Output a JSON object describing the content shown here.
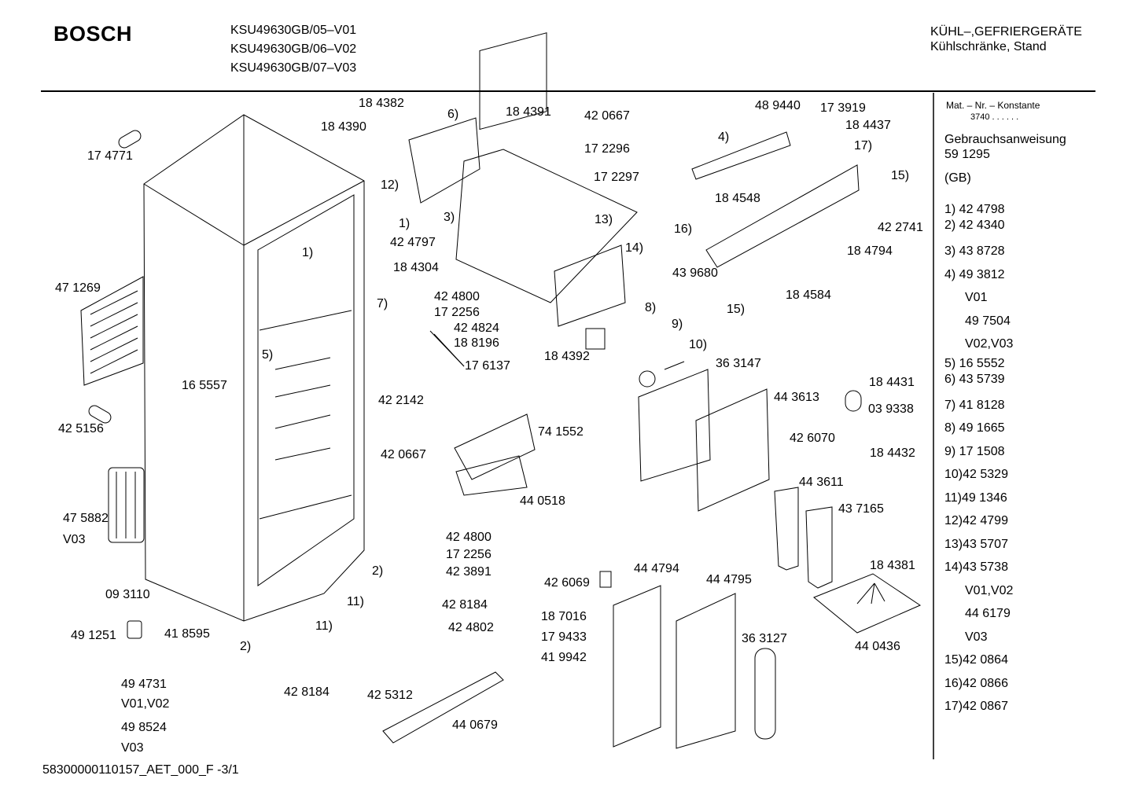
{
  "header": {
    "brand": "BOSCH",
    "models": [
      "KSU49630GB/05–V01",
      "KSU49630GB/06–V02",
      "KSU49630GB/07–V03"
    ],
    "category": "KÜHL–,GEFRIERGERÄTE",
    "subcategory": "Kühlschränke, Stand"
  },
  "sidebar": {
    "mat_label": "Mat. – Nr. – Konstante",
    "mat_value": "3740 . .   . . . .",
    "manual_label": "Gebrauchsanweisung",
    "manual_value": "59 1295",
    "lang": "(GB)",
    "items": [
      "1)  42 4798",
      "2)  42 4340",
      "3)  43 8728",
      "4)  49 3812",
      "V01",
      "49 7504",
      "V02,V03",
      "5)  16 5552",
      "6)  43 5739",
      "7)  41 8128",
      "8)  49 1665",
      "9)  17 1508",
      "10)42 5329",
      "11)49 1346",
      "12)42 4799",
      "13)43 5707",
      "14)43 5738",
      "V01,V02",
      "44 6179",
      "V03",
      "15)42 0864",
      "16)42 0866",
      "17)42 0867"
    ]
  },
  "footer": {
    "code": "58300000110157_AET_000_F  -3/1"
  },
  "labels": [
    "18 4382",
    "6)",
    "18 4391",
    "42 0667",
    "18 4390",
    "17 2296",
    "17 2297",
    "17 4771",
    "12)",
    "1)",
    "3)",
    "13)",
    "42 4797",
    "18 4304",
    "14)",
    "1)",
    "47 1269",
    "7)",
    "42 4800",
    "17 2256",
    "42 4824",
    "18 8196",
    "17 6137",
    "5)",
    "16 5557",
    "42 2142",
    "74 1552",
    "42 0667",
    "44 0518",
    "42 5156",
    "47 5882",
    "V03",
    "09 3110",
    "49 1251",
    "41 8595",
    "2)",
    "2)",
    "11)",
    "11)",
    "42 4800",
    "17 2256",
    "42 3891",
    "42 8184",
    "42 4802",
    "49 4731",
    "V01,V02",
    "49 8524",
    "V03",
    "42 8184",
    "42 5312",
    "44 0679",
    "48 9440",
    "17 3919",
    "18 4437",
    "4)",
    "17)",
    "15)",
    "18 4548",
    "42 2741",
    "16)",
    "18 4794",
    "43 9680",
    "18 4584",
    "15)",
    "8)",
    "9)",
    "10)",
    "18 4392",
    "36 3147",
    "18 4431",
    "44 3613",
    "03 9338",
    "42 6070",
    "18 4432",
    "44 3611",
    "43 7165",
    "42 6069",
    "44 4794",
    "44 4795",
    "18 4381",
    "18 7016",
    "17 9433",
    "41 9942",
    "36 3127",
    "44 0436"
  ]
}
